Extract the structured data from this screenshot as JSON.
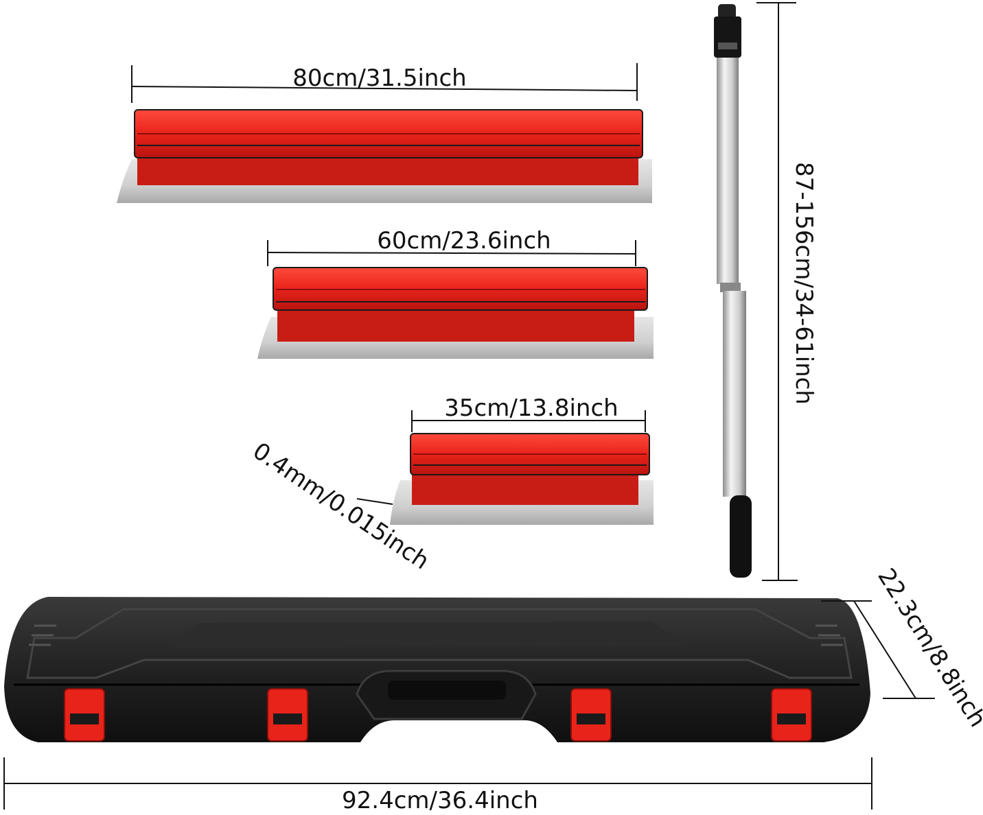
{
  "colors": {
    "red": "#e8231a",
    "red_dark": "#b81410",
    "red_light": "#ff4a3c",
    "steel": "#d2d2d2",
    "steel_dark": "#9c9c9c",
    "case_black": "#1d1d1d",
    "line": "#111111"
  },
  "labels": {
    "blade_80": "80cm/31.5inch",
    "blade_60": "60cm/23.6inch",
    "blade_35": "35cm/13.8inch",
    "thickness": "0.4mm/0.015inch",
    "pole_length": "87-156cm/34-61inch",
    "case_depth": "22.3cm/8.8inch",
    "case_length": "92.4cm/36.4inch"
  },
  "icons": {
    "case_latch": "latch-icon",
    "case_handle": "handle-icon"
  }
}
